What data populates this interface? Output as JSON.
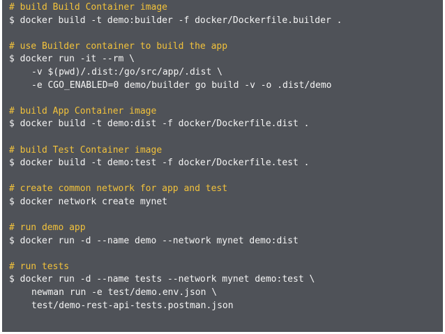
{
  "colors": {
    "background": "#4f5258",
    "comment": "#f2c23b",
    "command": "#f4f4f4"
  },
  "lines": [
    {
      "kind": "comment",
      "text": "# build Build Container image"
    },
    {
      "kind": "cmd",
      "text": "$ docker build -t demo:builder -f docker/Dockerfile.builder ."
    },
    {
      "kind": "blank",
      "text": ""
    },
    {
      "kind": "comment",
      "text": "# use Builder container to build the app"
    },
    {
      "kind": "cmd",
      "text": "$ docker run -it --rm \\"
    },
    {
      "kind": "cont",
      "text": "-v $(pwd)/.dist:/go/src/app/.dist \\"
    },
    {
      "kind": "cont",
      "text": "-e CGO_ENABLED=0 demo/builder go build -v -o .dist/demo"
    },
    {
      "kind": "blank",
      "text": ""
    },
    {
      "kind": "comment",
      "text": "# build App Container image"
    },
    {
      "kind": "cmd",
      "text": "$ docker build -t demo:dist -f docker/Dockerfile.dist ."
    },
    {
      "kind": "blank",
      "text": ""
    },
    {
      "kind": "comment",
      "text": "# build Test Container image"
    },
    {
      "kind": "cmd",
      "text": "$ docker build -t demo:test -f docker/Dockerfile.test ."
    },
    {
      "kind": "blank",
      "text": ""
    },
    {
      "kind": "comment",
      "text": "# create common network for app and test"
    },
    {
      "kind": "cmd",
      "text": "$ docker network create mynet"
    },
    {
      "kind": "blank",
      "text": ""
    },
    {
      "kind": "comment",
      "text": "# run demo app"
    },
    {
      "kind": "cmd",
      "text": "$ docker run -d --name demo --network mynet demo:dist"
    },
    {
      "kind": "blank",
      "text": ""
    },
    {
      "kind": "comment",
      "text": "# run tests"
    },
    {
      "kind": "cmd",
      "text": "$ docker run -d --name tests --network mynet demo:test \\"
    },
    {
      "kind": "cont",
      "text": "newman run -e test/demo.env.json \\"
    },
    {
      "kind": "cont",
      "text": "test/demo-rest-api-tests.postman.json"
    }
  ]
}
